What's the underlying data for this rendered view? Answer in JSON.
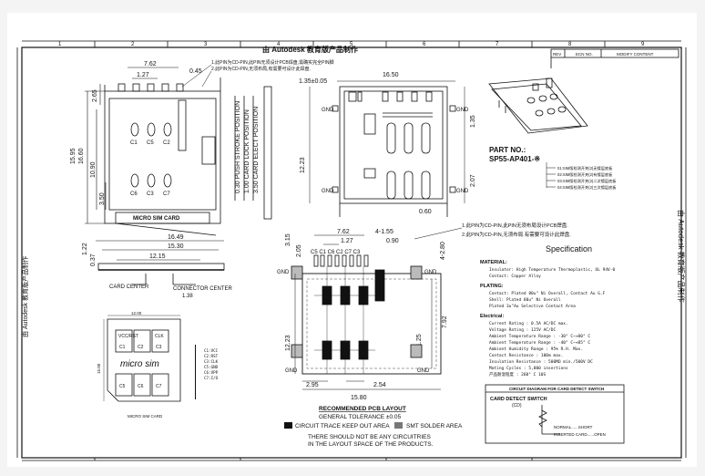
{
  "title_block": {
    "banner": "由 Autodesk 教育版产品制作",
    "col_numbers": [
      "1",
      "2",
      "3",
      "4",
      "5",
      "6",
      "7",
      "8",
      "9"
    ],
    "headers": [
      "REV",
      "ECN NO.",
      "MODIFY CONTENT"
    ],
    "side_banner": "由 Autodesk 教育版产品制作"
  },
  "top_left": {
    "dims": [
      "7.62",
      "1.27",
      "0.45",
      "2.65",
      "15.95",
      "16.60",
      "10.90",
      "3.50"
    ],
    "pin_notes": [
      "1.此PIN为CD-PIN,此PIN无须设计PCB焊盘,需确实完全PIN脚",
      "2.此PIN为CD-PIN,无须布局,有需要可设计此焊盘."
    ],
    "pin_labels": [
      "C1",
      "C5",
      "C2",
      "C6",
      "C3",
      "C7"
    ],
    "caption": "MICRO SIM CARD",
    "positions": [
      "0.30 PUSH STROKE POSITION",
      "1.00 CARD LOCK POSITION",
      "3.50 CARD ELECT POSITION"
    ]
  },
  "top_middle": {
    "dims": [
      "1.35±0.05",
      "16.50",
      "12.23",
      "1.35",
      "2.07",
      "0.60"
    ],
    "gnd": [
      "GND",
      "GND",
      "GND",
      "GND"
    ]
  },
  "part_no": {
    "label": "PART NO.:",
    "value": "SP55-AP401-※",
    "options": [
      "01:SIM版检测开关(2)无镀层底板",
      "02:SIM版检测开关(2)有镀层底板",
      "03:SIM版检测开关(2)二次镀层底板",
      "04:SIM版检测开关(2)三次镀层底板"
    ]
  },
  "card_section": {
    "dims": [
      "16.49",
      "15.30",
      "12.15",
      "1.22",
      "0.37"
    ],
    "labels": [
      "CARD CENTER",
      "CONNECTOR CENTER",
      "1.38"
    ]
  },
  "pcb_layout": {
    "dims": [
      "7.62",
      "4-1.55",
      "3.15",
      "1.27",
      "0.90",
      "4-2.80",
      "2.05",
      "12.23",
      "1.25",
      "7.92",
      "2.95",
      "2.54",
      "15.80"
    ],
    "pin_names": "C5 C1 C6 C2 C7 C3",
    "gnd": [
      "GND",
      "GND",
      "GND",
      "GND"
    ],
    "title": "RECOMMENDED PCB LAYOUT",
    "tolerance": "GENERAL TOLERANCE ±0.05",
    "legend": [
      "CIRCUIT TRACE KEEP OUT AREA",
      "SMT SOLDER AREA"
    ],
    "footnote": [
      "THERE SHOULD NOT BE ANY CIRCUITRIES",
      "IN THE LAYOUT SPACE OF THE PRODUCTS."
    ]
  },
  "micro_sim": {
    "top_dim": "12.00",
    "side_dim": "15.00",
    "pads": [
      "VCC/RST",
      "CLK",
      "C1",
      "C2",
      "C3",
      "C5",
      "C6",
      "C7"
    ],
    "logo": "micro sim",
    "caption": "MICRO SIM CARD",
    "legend": [
      "C1:VCC",
      "C2:RST",
      "C3:CLK",
      "C5:GND",
      "C6:VPP",
      "C7:I/O"
    ]
  },
  "notes": {
    "lines": [
      "1.此PIN为CD-PIN,此PIN无须布局设计PCB焊盘.",
      "2.此PIN为CD-PIN,无须布局.有需要可设计此焊盘."
    ]
  },
  "spec": {
    "title": "Specification",
    "material_head": "MATERIAL:",
    "material": [
      "Insulator: High Temperature Thermoplastic, UL 94V-0",
      "Contact: Copper Alloy"
    ],
    "plating_head": "PLATING:",
    "plating": [
      "Contact: Plated 80u\" Ni Overall, Contact Au G.F",
      "Shell: Plated 80u\" Ni Overall",
      "Plated 3u\"Au Selective Contact Area"
    ],
    "elec_head": "Electrical:",
    "elec": [
      "Current Rating : 0.5A AC/DC max.",
      "Voltage Rating : 125V AC/DC",
      "Ambient Temperature Range : -30° C~+80° C",
      "Ambient Temperature Range : -40° C~+85° C",
      "Ambient Humidity Range : 95% R.H. Max.",
      "Contact Resistance : 100m max.",
      "Insulation Resistance : 500MΩ min./500V DC",
      "Mating Cycles : 5,000 insertions",
      "产品耐温程度 : 260° C 10S"
    ]
  },
  "switch_box": {
    "title": "CIRCUIT DIAGRAM FOR CARD DETECT SWITCH",
    "label": "CARD DETECT SWITCH",
    "sub": "(CD)",
    "normal": "NORMAL......SHORT",
    "inserted": "INSERTED CARD......OPEN"
  }
}
